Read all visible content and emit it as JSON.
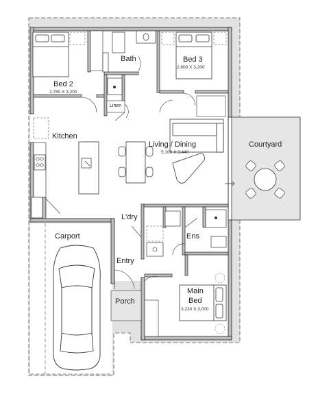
{
  "rooms": {
    "bed2": {
      "name": "Bed 2",
      "dims": "2,780 X 3,200"
    },
    "bath": {
      "name": "Bath"
    },
    "bed3": {
      "name": "Bed 3",
      "dims": "2,600 X 3,200"
    },
    "linen": {
      "name": "Linen"
    },
    "kitchen": {
      "name": "Kitchen"
    },
    "living": {
      "name": "Living / Dining",
      "dims": "5,100 X 3,440"
    },
    "courtyard": {
      "name": "Courtyard"
    },
    "laundry": {
      "name": "L'dry"
    },
    "ensuite": {
      "name": "Ens"
    },
    "carport": {
      "name": "Carport"
    },
    "entry": {
      "name": "Entry"
    },
    "porch": {
      "name": "Porch"
    },
    "main_bed": {
      "name_line1": "Main",
      "name_line2": "Bed",
      "dims": "3,230 X 3,000"
    }
  },
  "colors": {
    "wall": "#222222",
    "wall_fill": "#b9b9b9",
    "site": "#e1e1e1",
    "courtyard": "#e4e4e4",
    "stroke": "#333333"
  }
}
